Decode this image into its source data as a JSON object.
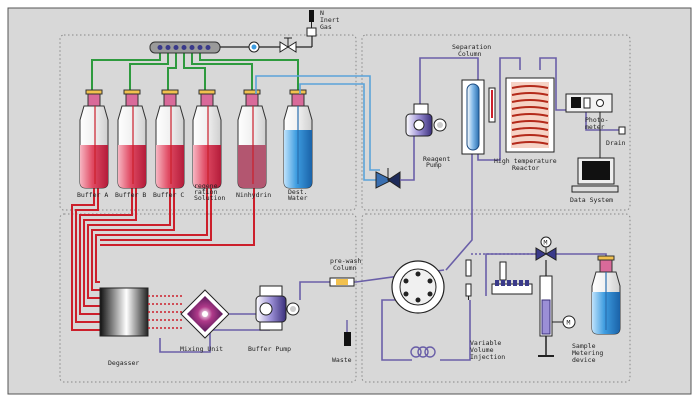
{
  "labels": {
    "inert_gas_1": "N",
    "inert_gas_2": "Inert",
    "inert_gas_3": "Gas",
    "separation_column_1": "Separation",
    "separation_column_2": "Column",
    "buffer_a": "Buffer A",
    "buffer_b": "Buffer B",
    "buffer_c": "Buffer C",
    "regeneration_1": "regene-",
    "regeneration_2": "ration",
    "regeneration_3": "Solution",
    "ninhydrin": "Ninhydrin",
    "dest_water_1": "Dest.",
    "dest_water_2": "Water",
    "reagent_pump_1": "Reagent",
    "reagent_pump_2": "Pump",
    "high_temp_reactor_1": "High temperature",
    "high_temp_reactor_2": "Reactor",
    "photometer_1": "Photo-",
    "photometer_2": "meter",
    "drain": "Drain",
    "data_system": "Data System",
    "prewash_column_1": "pre-wash",
    "prewash_column_2": "Column",
    "degasser": "Degasser",
    "mixing_unit": "Mixing Unit",
    "buffer_pump": "Buffer Pump",
    "waste": "Waste",
    "variable_volume_1": "Variable",
    "variable_volume_2": "Volume",
    "variable_volume_3": "Injection",
    "sample_metering_1": "Sample",
    "sample_metering_2": "Metering",
    "sample_metering_3": "device",
    "motor_m": "M"
  },
  "colors": {
    "background": "#d8d8d8",
    "buffer_line": "#cc1f2b",
    "gas_line": "#2e9a3e",
    "water_line": "#5ba3d9",
    "column_line": "#6a5fa8",
    "bottle_red": "#e05a6e",
    "bottle_blue": "#4aa3de"
  }
}
